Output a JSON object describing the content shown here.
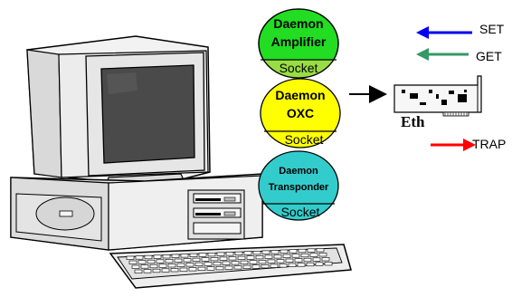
{
  "daemons": [
    {
      "title_line1": "Daemon",
      "title_line2": "Amplifier",
      "socket": "Socket",
      "color": "#22dd22"
    },
    {
      "title_line1": "Daemon",
      "title_line2": "OXC",
      "socket": "Socket",
      "color": "#ffff00"
    },
    {
      "title_line1": "Daemon",
      "title_line2": "Transponder",
      "socket": "Socket",
      "color": "#33cccc"
    }
  ],
  "nic_label": "Eth",
  "legend": {
    "set": {
      "label": "SET",
      "color": "#0000ee"
    },
    "get": {
      "label": "GET",
      "color": "#339966"
    },
    "trap": {
      "label": "TRAP",
      "color": "#ff0000"
    }
  }
}
